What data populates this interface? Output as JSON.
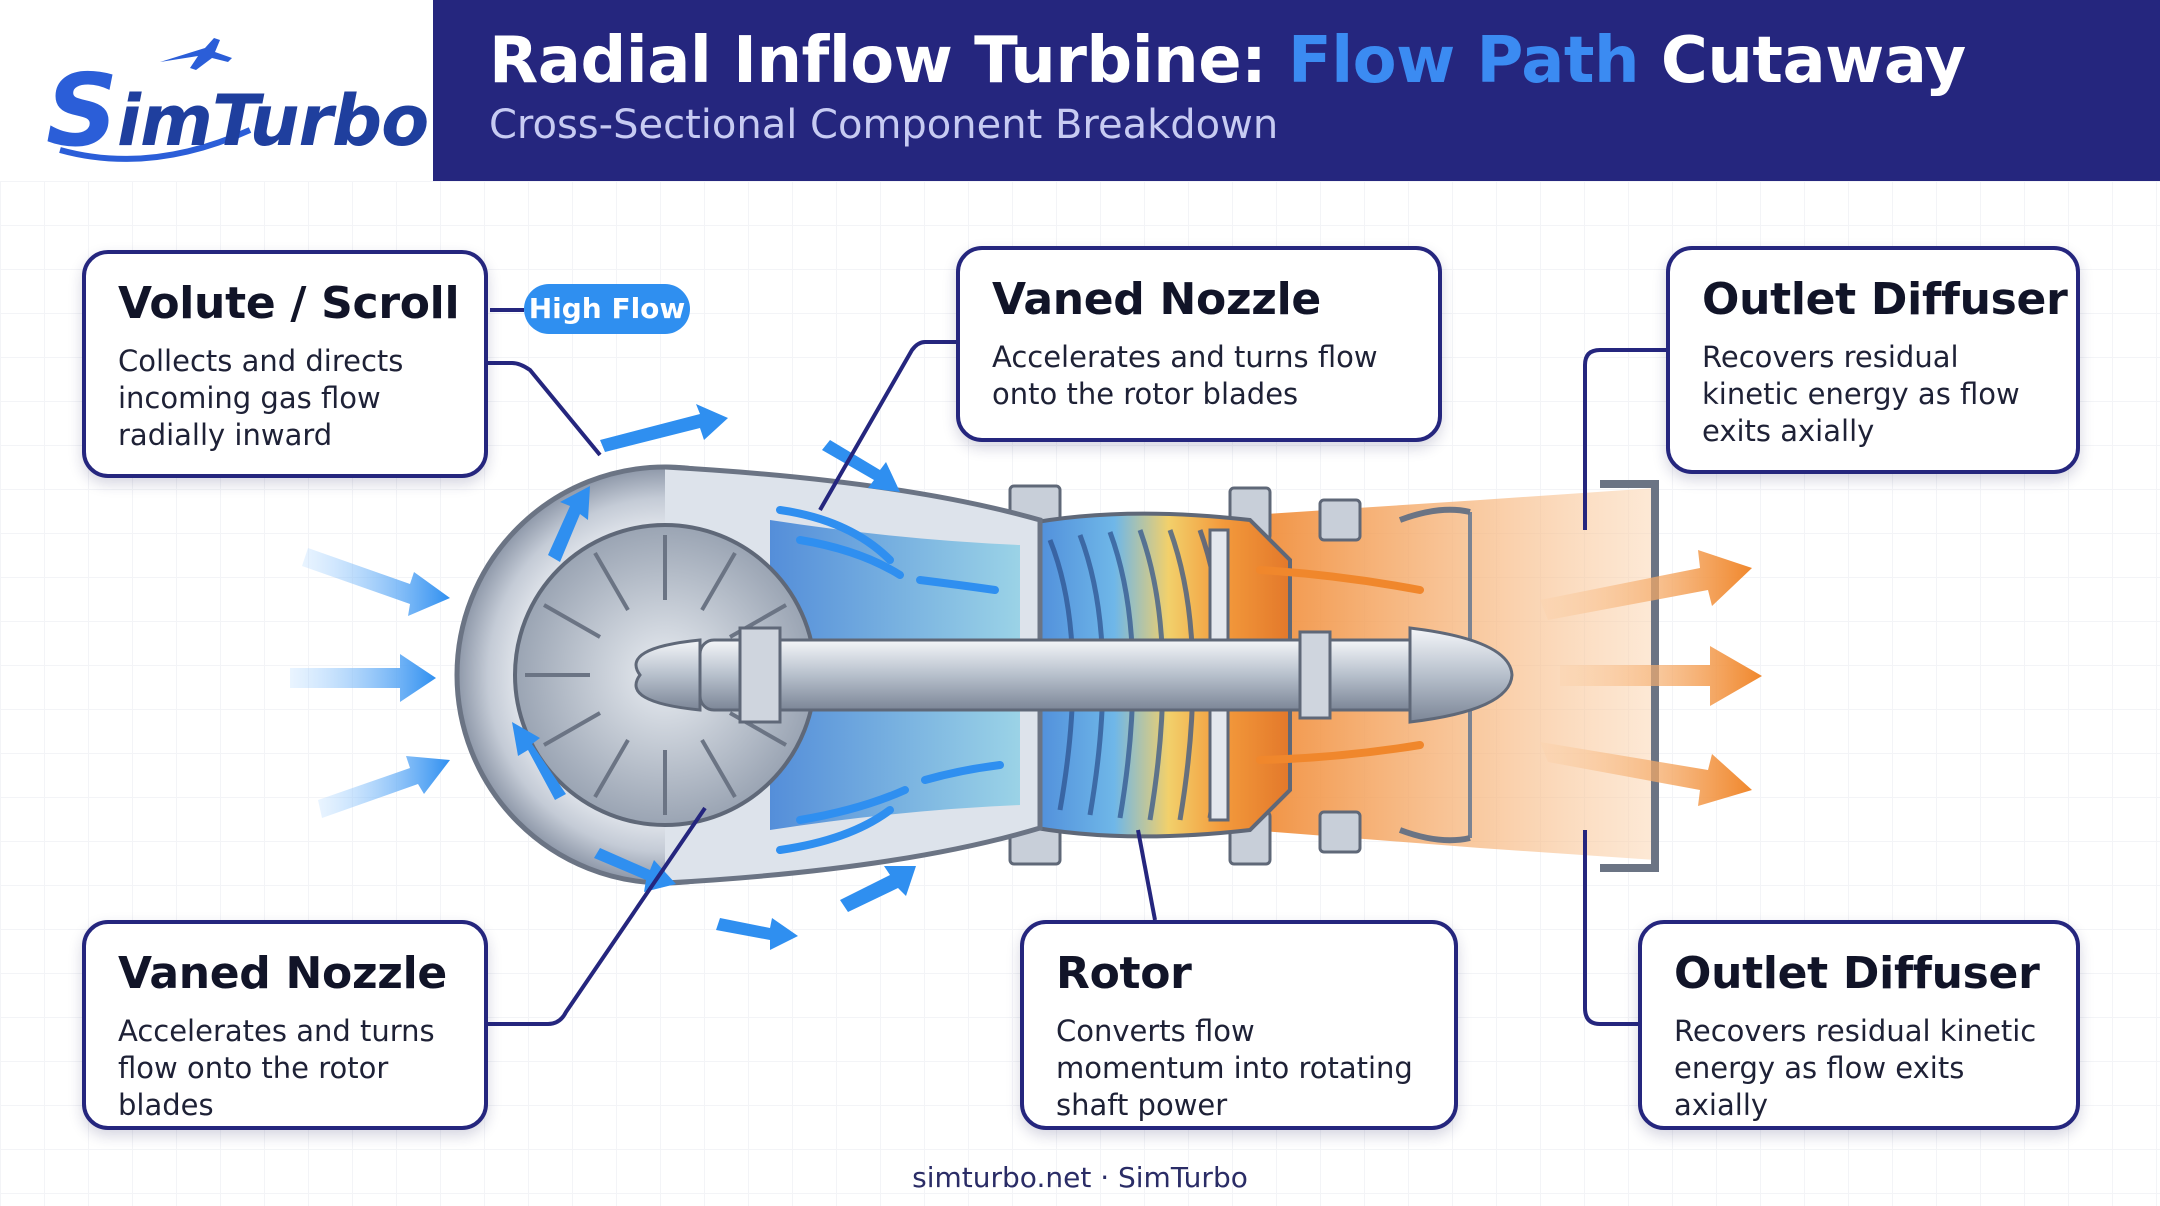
{
  "logo": {
    "initial": "S",
    "rest": "imTurbo"
  },
  "header": {
    "title_prefix": "Radial Inflow Turbine: ",
    "title_accent": "Flow Path",
    "title_suffix": " Cutaway",
    "subtitle": "Cross-Sectional Component Breakdown"
  },
  "badge": {
    "label": "High Flow"
  },
  "callouts": [
    {
      "title": "Volute / Scroll",
      "text": "Collects and directs incoming gas flow radially inward"
    },
    {
      "title": "Vaned Nozzle",
      "text": "Accelerates and turns flow onto the rotor blades"
    },
    {
      "title": "Outlet Diffuser",
      "text": "Recovers residual kinetic energy as flow exits axially"
    },
    {
      "title": "Vaned Nozzle",
      "text": "Accelerates and turns flow onto the rotor blades"
    },
    {
      "title": "Rotor",
      "text": "Converts flow momentum into rotating shaft power"
    },
    {
      "title": "Outlet Diffuser",
      "text": "Recovers residual kinetic energy as flow exits axially"
    }
  ],
  "footer": {
    "text": "simturbo.net · SimTurbo"
  },
  "colors": {
    "header_bg": "#25267e",
    "accent_blue": "#3b8bf2",
    "flow_blue": "#2f8ff0",
    "flow_orange": "#f39a3c"
  }
}
